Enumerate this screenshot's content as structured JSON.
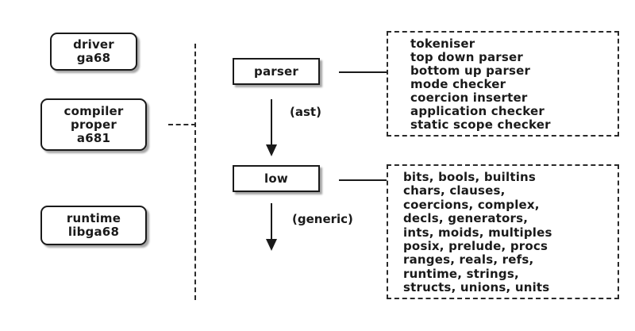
{
  "diagram": {
    "colors": {
      "ink": "#1a1a1a",
      "shadow": "#999999",
      "background": "#ffffff"
    },
    "left_boxes": [
      {
        "name": "driver",
        "lines": [
          "driver",
          "ga68"
        ]
      },
      {
        "name": "compiler",
        "lines": [
          "compiler",
          "proper",
          "a681"
        ]
      },
      {
        "name": "runtime",
        "lines": [
          "runtime",
          "libga68"
        ]
      }
    ],
    "flow_boxes": [
      {
        "label": "parser"
      },
      {
        "label": "low"
      }
    ],
    "arrow_labels": {
      "ast": "(ast)",
      "generic": "(generic)"
    },
    "detail_boxes": [
      {
        "lines": [
          "tokeniser",
          "top down parser",
          "bottom up parser",
          "mode checker",
          "coercion inserter",
          "application checker",
          "static scope checker"
        ]
      },
      {
        "lines": [
          "bits, bools, builtins",
          "chars, clauses,",
          "coercions, complex,",
          "decls, generators,",
          "ints, moids, multiples",
          "posix, prelude, procs",
          "ranges, reals, refs,",
          "runtime, strings,",
          "structs, unions, units"
        ]
      }
    ]
  }
}
